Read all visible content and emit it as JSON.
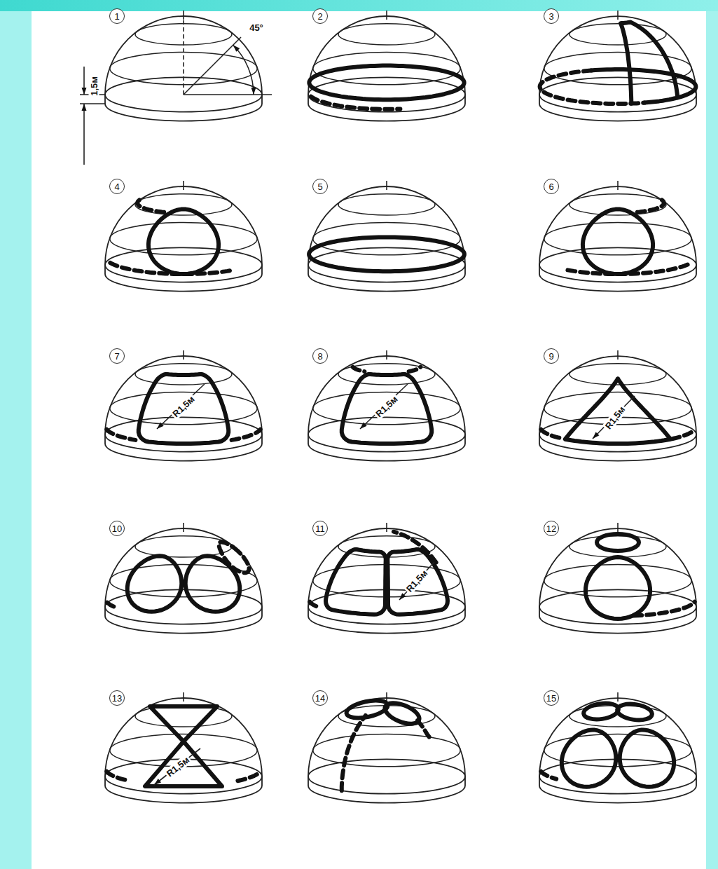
{
  "diagram": {
    "labels": [
      "1",
      "45°",
      "1,5м",
      "2",
      "3",
      "4",
      "5",
      "6",
      "7",
      "R1,5м",
      "8",
      "R1,5м",
      "9",
      "R1,5м",
      "10",
      "11",
      "R1,5м",
      "12",
      "13",
      "R1,5м",
      "14",
      "15"
    ]
  }
}
